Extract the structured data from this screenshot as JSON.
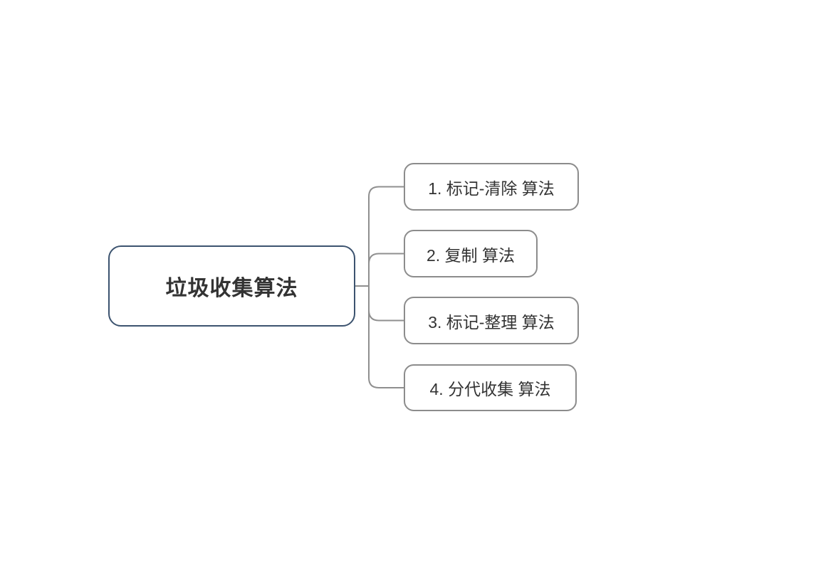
{
  "diagram": {
    "type": "mindmap",
    "root": {
      "label": "垃圾收集算法"
    },
    "children": [
      {
        "label": "1. 标记-清除 算法"
      },
      {
        "label": "2. 复制 算法"
      },
      {
        "label": "3. 标记-整理 算法"
      },
      {
        "label": "4. 分代收集 算法"
      }
    ],
    "colors": {
      "root_border": "#3c536f",
      "child_border": "#8c8c8c",
      "connector": "#8f8f8f",
      "text": "#333333",
      "background": "#ffffff"
    }
  }
}
